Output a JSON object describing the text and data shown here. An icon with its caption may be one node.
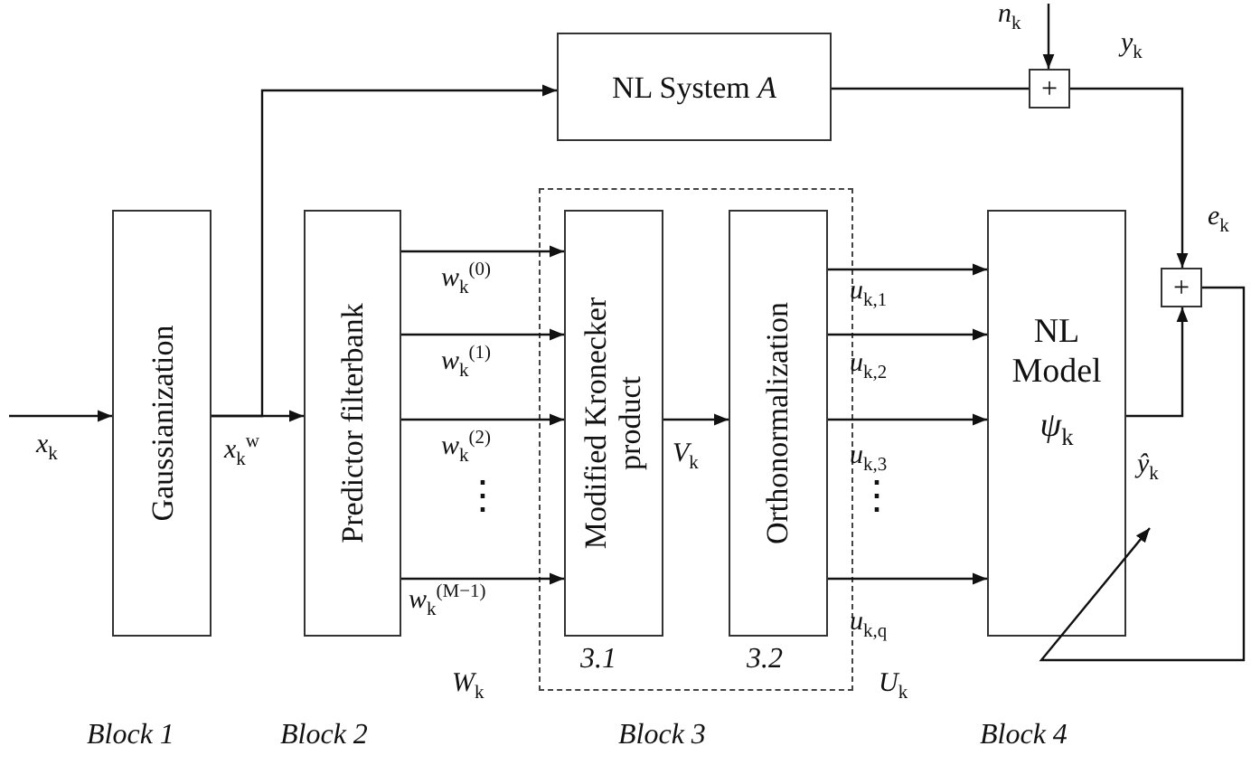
{
  "diagram": {
    "nodes": [
      {
        "text": [
          "Gaussianization"
        ]
      },
      {
        "text": [
          "Predictor filterbank"
        ]
      },
      {
        "text": [
          "NL System *A*"
        ]
      },
      {
        "text": [],
        "shape": "box"
      },
      {
        "text": [
          "Modified Kronecker product"
        ],
        "in": 3
      },
      {
        "text": [
          "Orthonormalization"
        ],
        "in": 3
      },
      {
        "text": [
          "NL Model",
          "*ψ*$_{k}$"
        ]
      },
      {
        "text": [
          "+"
        ]
      },
      {
        "text": [
          "+"
        ]
      }
    ],
    "edges": [
      {
        "from": null,
        "to": 0,
        "arrow": "to"
      },
      {
        "from": 0,
        "to": 1,
        "arrow": "to"
      },
      {
        "from": 0,
        "to": 2,
        "arrow": "to"
      },
      {
        "from": 1,
        "to": 4,
        "arrow": "to"
      },
      {
        "from": 1,
        "to": 4,
        "arrow": "to"
      },
      {
        "from": 1,
        "to": 4,
        "arrow": "to"
      },
      {
        "from": 1,
        "to": 4,
        "arrow": "to"
      },
      {
        "from": 4,
        "to": 5,
        "arrow": "to"
      },
      {
        "from": 5,
        "to": 6,
        "arrow": "to"
      },
      {
        "from": 5,
        "to": 6,
        "arrow": "to"
      },
      {
        "from": 5,
        "to": 6,
        "arrow": "to"
      },
      {
        "from": 5,
        "to": 6,
        "arrow": "to"
      },
      {
        "from": 2,
        "to": 7,
        "arrow": "none"
      },
      {
        "from": null,
        "to": 7,
        "arrow": "to"
      },
      {
        "from": 7,
        "to": 8,
        "arrow": "to"
      },
      {
        "from": 6,
        "to": 8,
        "arrow": "to"
      },
      {
        "from": 8,
        "to": 6,
        "arrow": "to"
      }
    ],
    "labels": [
      "*n*$_{k}$",
      "*y*$_{k}$",
      "*e*$_{k}$",
      "*w*$_{k}$$^{(0)}$",
      "*u*$_{k,1}$",
      "*w*$_{k}$$^{(1)}$",
      "*u*$_{k,2}$",
      "*x*$_{k}$",
      "*x*$_{k}$$^{w}$",
      "*w*$_{k}$$^{(2)}$",
      "*V*$_{k}$",
      "*u*$_{k,3}$",
      "*ŷ*$_{k}$",
      "⋮",
      "⋮",
      "*w*$_{k}$$^{(M−1)}$",
      "*u*$_{k,q}$",
      "3.1",
      "3.2",
      "*W*$_{k}$",
      "*U*$_{k}$",
      "Block 1",
      "Block 2",
      "Block 3",
      "Block 4"
    ]
  }
}
